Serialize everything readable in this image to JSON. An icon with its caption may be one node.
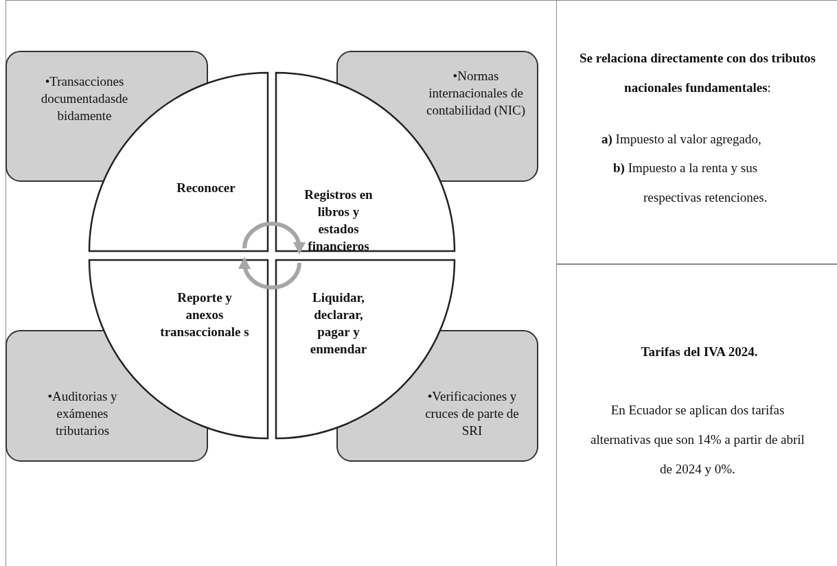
{
  "diagram": {
    "nodes": [
      {
        "text": [
          "•Transacciones documentadasde bidamente"
        ]
      },
      {
        "text": [
          "•Normas internacionales de contabilidad (NIC)"
        ]
      },
      {
        "text": [
          "Reconocer"
        ]
      },
      {
        "text": [
          "Registros en libros y estados financieros"
        ]
      },
      {
        "text": [
          "Reporte y anexos transaccionale s"
        ]
      },
      {
        "text": [
          "Liquidar, declarar, pagar y enmendar"
        ]
      },
      {
        "text": [
          "•Auditorias y exámenes tributarios"
        ]
      },
      {
        "text": [
          "•Verificaciones y cruces de parte de SRI"
        ]
      },
      {
        "text": [
          "**Se relaciona directamente con dos tributos nacionales fundamentales**:",
          "**a)** Impuesto al valor agregado,",
          "**b)** Impuesto a la renta y sus respectivas retenciones."
        ]
      },
      {
        "text": [
          "Tarifas del IVA 2024.",
          "En Ecuador se aplican dos tarifas alternativas que son 14% a partir de abril de 2024 y 0%."
        ]
      }
    ],
    "edges": [
      {
        "from": 2,
        "to": 3,
        "arrow": "to"
      },
      {
        "from": 5,
        "to": 4,
        "arrow": "to"
      }
    ]
  }
}
